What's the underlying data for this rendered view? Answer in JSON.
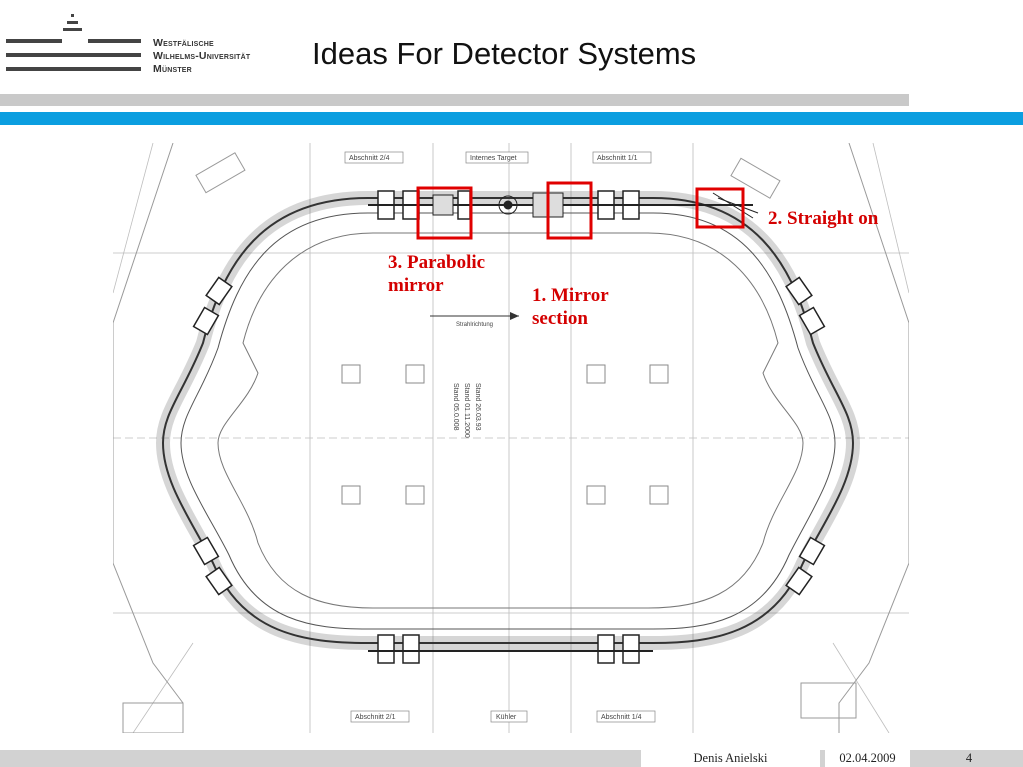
{
  "logo": {
    "line1": "Westfälische",
    "line2": "Wilhelms-Universität",
    "line3": "Münster"
  },
  "slide": {
    "title": "Ideas For Detector Systems"
  },
  "annotations": {
    "straight": "2. Straight on",
    "parabolic_1": "3. Parabolic",
    "parabolic_2": "mirror",
    "mirror_1": "1. Mirror",
    "mirror_2": "section"
  },
  "drawing_labels": {
    "top_left": "Abschnitt 2/4",
    "top_center": "Internes Target",
    "top_right": "Abschnitt 1/1",
    "bottom_left": "Abschnitt 2/1",
    "bottom_center": "Kühler",
    "bottom_right": "Abschnitt 1/4",
    "direction": "Strahlrichtung",
    "stamp_1": "Stand 26.03.93",
    "stamp_2": "Stand 01.11.2000",
    "stamp_3": "Stand 05.0.008"
  },
  "footer": {
    "author": "Denis Anielski",
    "date": "02.04.2009",
    "page": "4"
  },
  "colors": {
    "accent_blue": "#0b9ee0",
    "annotation_red": "#d40000",
    "bar_gray": "#c9c9c9"
  }
}
